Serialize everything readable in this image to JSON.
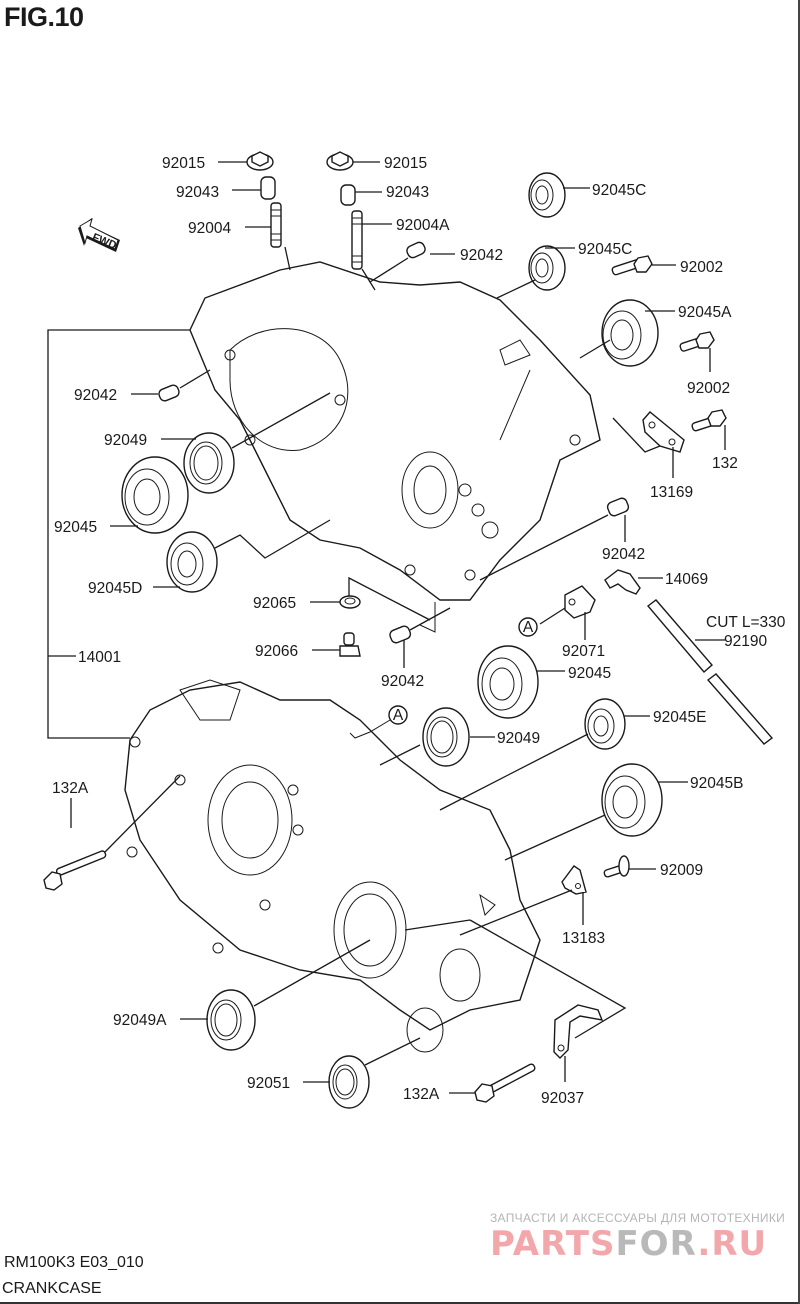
{
  "figure": {
    "title": "FIG.10",
    "model_code": "RM100K3 E03_010",
    "name": "CRANKCASE",
    "direction_marker": "FWD"
  },
  "labels": {
    "p92015_left": "92015",
    "p92015_right": "92015",
    "p92043_left": "92043",
    "p92043_right": "92043",
    "p92004": "92004",
    "p92004A": "92004A",
    "p92042_top": "92042",
    "p92045C_top": "92045C",
    "p92045C_mid": "92045C",
    "p92002_top": "92002",
    "p92045A": "92045A",
    "p92002_mid": "92002",
    "p92042_left": "92042",
    "p92049_upper": "92049",
    "p132": "132",
    "p13169": "13169",
    "p92045_left": "92045",
    "p92042_right": "92042",
    "p92045D": "92045D",
    "p14069": "14069",
    "p92065": "92065",
    "p92071": "92071",
    "p_cut": "CUT L=330",
    "p92190": "92190",
    "p14001": "14001",
    "p92066": "92066",
    "p92042_center": "92042",
    "p92045_center": "92045",
    "p92049_lower": "92049",
    "p92045E": "92045E",
    "p132A_left": "132A",
    "p92045B": "92045B",
    "p92009": "92009",
    "p13183": "13183",
    "p92049A": "92049A",
    "p92051": "92051",
    "p132A_bottom": "132A",
    "p92037": "92037",
    "ref_A_1": "A",
    "ref_A_2": "A"
  },
  "watermark": {
    "tagline": "ЗАПЧАСТИ И АКСЕССУАРЫ ДЛЯ МОТОТЕХНИКИ",
    "brand_part1": "PARTS",
    "brand_part2": "FOR",
    "brand_part3": ".RU"
  }
}
